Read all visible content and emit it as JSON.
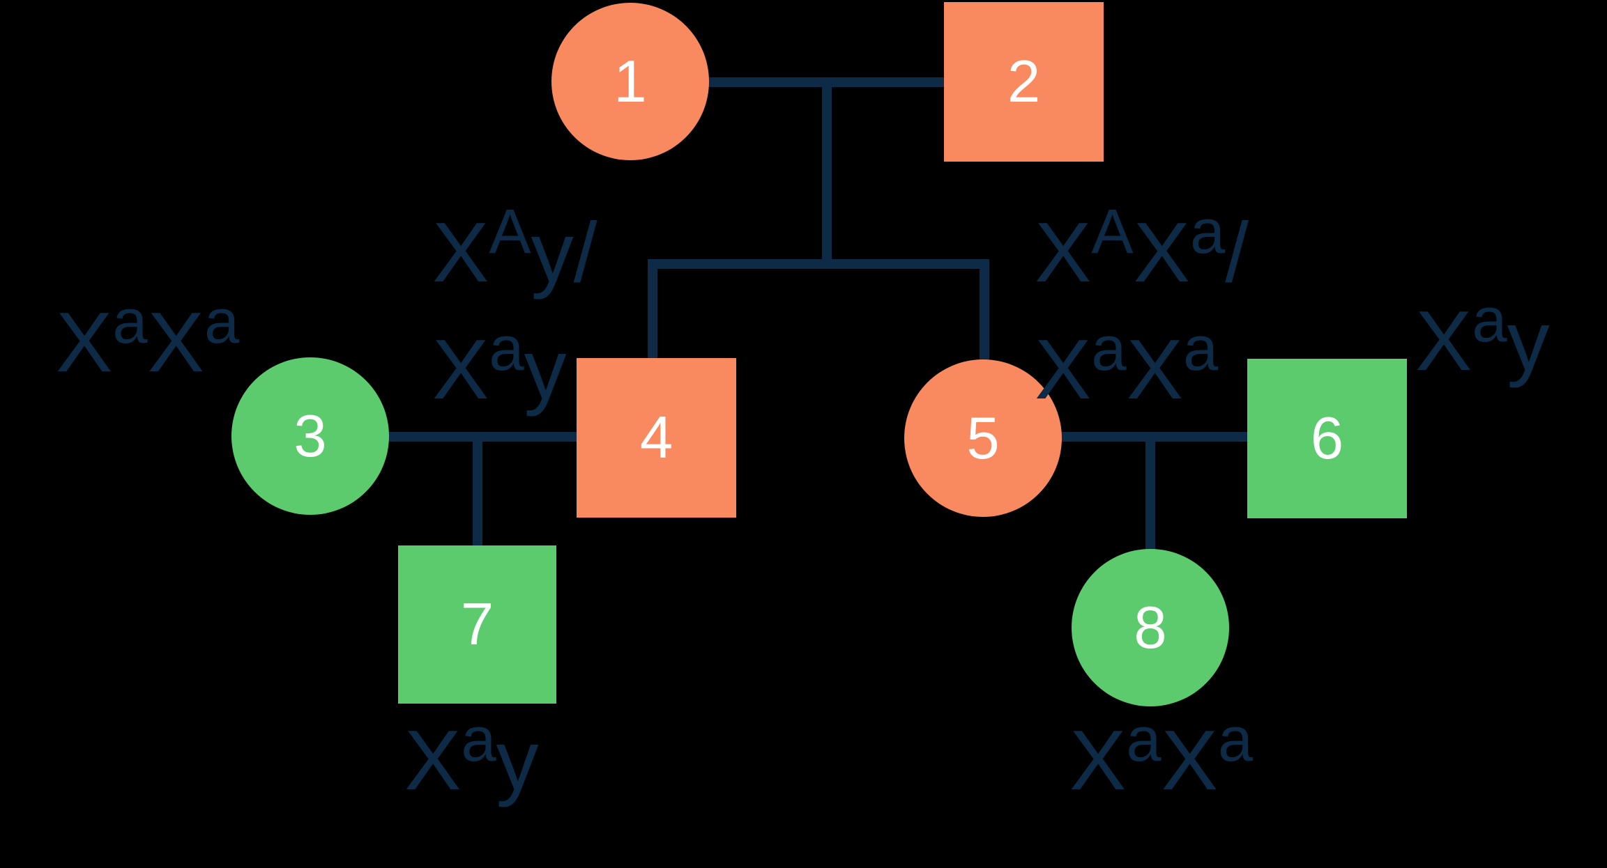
{
  "background": "#000000",
  "colors": {
    "background": "#000000",
    "affected_orange": "#f98a5f",
    "unaffected_green": "#5bcb6d",
    "line_navy": "#0d2a47",
    "label_navy": "#0d2a47",
    "number_white": "#ffffff"
  },
  "individuals": [
    {
      "number": "1",
      "shape": "circle",
      "fill": "orange"
    },
    {
      "number": "2",
      "shape": "square",
      "fill": "orange"
    },
    {
      "number": "3",
      "shape": "circle",
      "fill": "green"
    },
    {
      "number": "4",
      "shape": "square",
      "fill": "orange"
    },
    {
      "number": "5",
      "shape": "circle",
      "fill": "orange"
    },
    {
      "number": "6",
      "shape": "square",
      "fill": "green"
    },
    {
      "number": "7",
      "shape": "square",
      "fill": "green"
    },
    {
      "number": "8",
      "shape": "circle",
      "fill": "green"
    }
  ],
  "genotype_labels": [
    {
      "near": "individual-3",
      "lines": [
        "X^aX^a"
      ]
    },
    {
      "near": "individual-4",
      "lines": [
        "X^Ay/",
        "X^ay"
      ]
    },
    {
      "near": "individual-5",
      "lines": [
        "X^AX^a/",
        "X^aX^a"
      ]
    },
    {
      "near": "individual-6",
      "lines": [
        "X^ay"
      ]
    },
    {
      "near": "individual-7",
      "lines": [
        "X^ay"
      ]
    },
    {
      "near": "individual-8",
      "lines": [
        "X^aX^a"
      ]
    }
  ]
}
